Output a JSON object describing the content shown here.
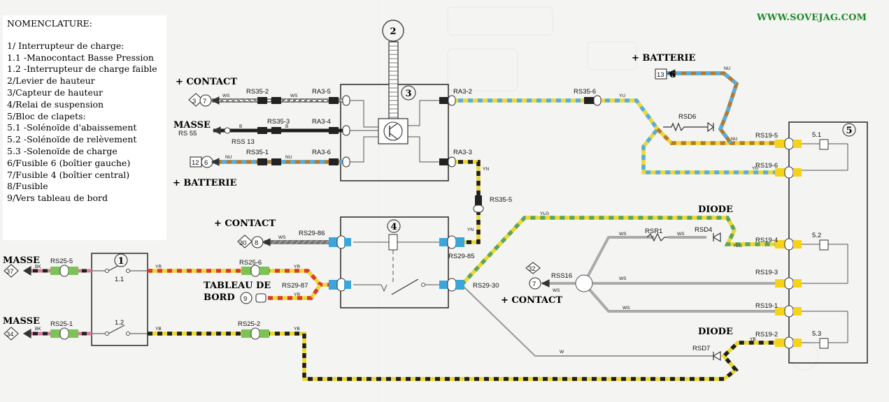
{
  "website": "WWW.SOVEJAG.COM",
  "legend": {
    "title": "NOMENCLATURE:",
    "items": [
      "1/ Interrupteur de charge:",
      "1.1 -Manocontact Basse Pression",
      "1.2 -Interrupteur de charge faible",
      "2/Levier de hauteur",
      "3/Capteur de hauteur",
      "4/Relai de suspension",
      "5/Bloc de clapets:",
      "5.1 -Solénoïde d'abaissement",
      "5.2 -Solénoïde de relèvement",
      "5.3 -Solenoïde de charge",
      "6/Fusible 6 (boîtier gauche)",
      "7/Fusible 4 (boîtier central)",
      "8/Fusible",
      "9/Vers tableau de bord"
    ]
  },
  "labels": {
    "contact_top": "+ CONTACT",
    "masse_mid": "MASSE",
    "batterie_left": "+ BATTERIE",
    "contact_relay": "+ CONTACT",
    "masse_a": "MASSE",
    "masse_b": "MASSE",
    "tableau_1": "TABLEAU DE",
    "tableau_2": "BORD",
    "batterie_right": "+ BATTERIE",
    "diode_1": "DIODE",
    "diode_2": "DIODE",
    "contact_right": "+ CONTACT",
    "rs55": "RS 55",
    "rss13": "RSS 13"
  },
  "connectors": {
    "rs35_2": "RS35-2",
    "ra3_5": "RA3-5",
    "rs35_3": "RS35-3",
    "ra3_4": "RA3-4",
    "rs35_1": "RS35-1",
    "ra3_6": "RA3-6",
    "ra3_2": "RA3-2",
    "ra3_3": "RA3-3",
    "rs35_6": "RS35-6",
    "rs35_5": "RS35-5",
    "rsd6": "RSD6",
    "rs19_5": "RS19-5",
    "rs19_6": "RS19-6",
    "rs19_4": "RS19-4",
    "rs19_3": "RS19-3",
    "rs19_1": "RS19-1",
    "rs19_2": "RS19-2",
    "rsr1": "RSR1",
    "rsd4": "RSD4",
    "rsd7": "RSD7",
    "rss16": "RSS16",
    "rs29_86": "RS29-86",
    "rs29_85": "RS29-85",
    "rs29_87": "RS29-87",
    "rs29_30": "RS29-30",
    "rs25_6": "RS25-6",
    "rs25_5": "RS25-5",
    "rs25_1": "RS25-1",
    "rs25_2": "RS25-2"
  },
  "wires": {
    "ws": "WS",
    "b": "B",
    "nu": "NU",
    "yu": "YU",
    "yn": "YN",
    "ylg": "YLG",
    "yr": "YR",
    "yb": "YB",
    "bk": "BK",
    "w": "W"
  },
  "components": {
    "c1": "1",
    "c2": "2",
    "c3": "3",
    "c4": "4",
    "c5": "5",
    "sw_1_1": "1.1",
    "sw_1_2": "1.2",
    "sol_5_1": "5.1",
    "sol_5_2": "5.2",
    "sol_5_3": "5.3"
  },
  "terminals": {
    "t3": "3",
    "t7a": "7",
    "t12": "12",
    "t6a": "6",
    "t30": "30",
    "t8": "8",
    "t37": "37",
    "t34": "34",
    "t9": "9",
    "t13": "13",
    "t6b": "6",
    "t32": "32",
    "t7b": "7"
  },
  "colors": {
    "yellow": "#ecd832",
    "blue": "#55aee0",
    "red": "#dc3a2c",
    "black": "#1e1e1e",
    "green": "#5aa55a",
    "brown": "#b47a2a",
    "white_wire": "#bdbdbd",
    "connector_black": "#222222",
    "connector_blue": "#3aa6dc",
    "connector_green": "#7cc257",
    "connector_yellow": "#f6d21a",
    "site_green": "#1d8a2a"
  }
}
